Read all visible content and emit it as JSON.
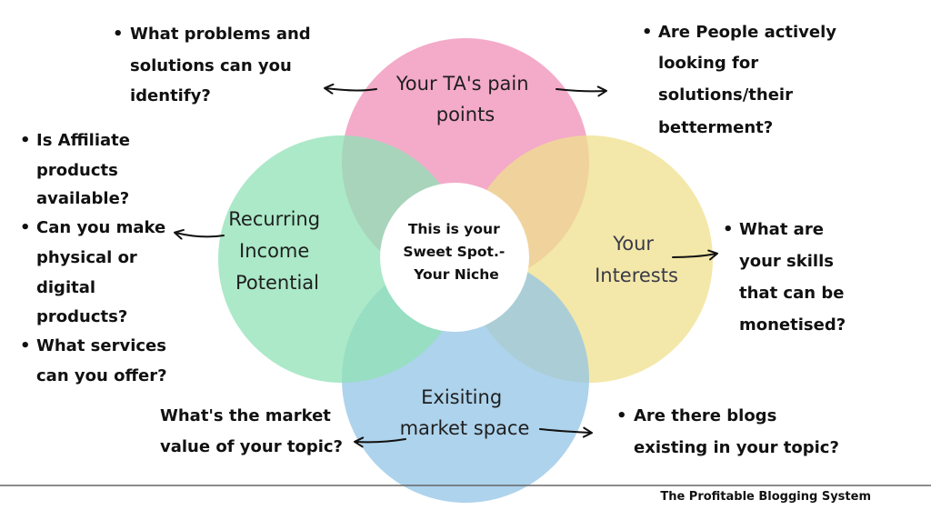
{
  "circles": {
    "top": {
      "label_lines": [
        "Your TA's pain",
        "points"
      ],
      "color": "#f29bbf"
    },
    "right": {
      "label_lines": [
        "Your",
        "Interests"
      ],
      "color": "#efe08c"
    },
    "bottom": {
      "label_lines": [
        "Exisiting",
        "market space"
      ],
      "color": "#93c4e6"
    },
    "left": {
      "label_lines": [
        "Recurring",
        "Income",
        "Potential"
      ],
      "color": "#8fe1b6"
    }
  },
  "center": {
    "label_lines": [
      "This is your",
      "Sweet Spot.-",
      "Your Niche"
    ]
  },
  "notes": {
    "top_left": {
      "bullet": "•",
      "lines": [
        "What problems and",
        "solutions can you",
        "identify?"
      ]
    },
    "top_right": {
      "bullet": "•",
      "lines": [
        "Are People actively",
        "looking for",
        "solutions/their",
        "betterment?"
      ]
    },
    "left": [
      {
        "bullet": "•",
        "lines": [
          "Is Affiliate",
          "products",
          "available?"
        ]
      },
      {
        "bullet": "•",
        "lines": [
          "Can you make",
          "physical or",
          "digital",
          "products?"
        ]
      },
      {
        "bullet": "•",
        "lines": [
          "What services",
          "can you offer?"
        ]
      }
    ],
    "right": {
      "bullet": "•",
      "lines": [
        "What are",
        "your skills",
        "that can be",
        "monetised?"
      ]
    },
    "bottom_left": {
      "lines": [
        "What's the market",
        "value of your topic?"
      ]
    },
    "bottom_right": {
      "bullet": "•",
      "lines": [
        "Are there blogs",
        "existing  in your topic?"
      ]
    }
  },
  "footer": {
    "text": "The Profitable Blogging System"
  }
}
